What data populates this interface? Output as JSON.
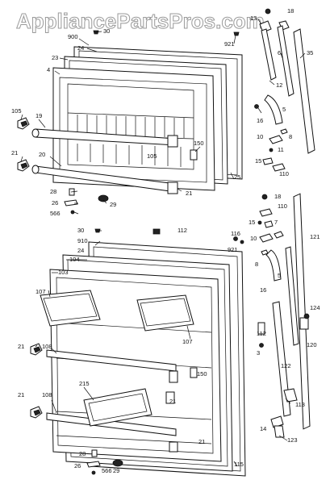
{
  "watermark": "AppliancePartsPros.com",
  "labels": [
    {
      "id": "l18a",
      "text": "18"
    },
    {
      "id": "l30a",
      "text": "30"
    },
    {
      "id": "l900",
      "text": "900"
    },
    {
      "id": "l24a",
      "text": "24"
    },
    {
      "id": "l921a",
      "text": "921"
    },
    {
      "id": "l13",
      "text": "13"
    },
    {
      "id": "l23",
      "text": "23"
    },
    {
      "id": "l6",
      "text": "6"
    },
    {
      "id": "l35",
      "text": "35"
    },
    {
      "id": "l4",
      "text": "4"
    },
    {
      "id": "l12",
      "text": "12"
    },
    {
      "id": "l105a",
      "text": "105"
    },
    {
      "id": "l19",
      "text": "19"
    },
    {
      "id": "l5a",
      "text": "5"
    },
    {
      "id": "l16a",
      "text": "16"
    },
    {
      "id": "l10a",
      "text": "10"
    },
    {
      "id": "l8a",
      "text": "8"
    },
    {
      "id": "l150a",
      "text": "150"
    },
    {
      "id": "l11",
      "text": "11"
    },
    {
      "id": "l21a",
      "text": "21"
    },
    {
      "id": "l105b",
      "text": "105"
    },
    {
      "id": "l15a",
      "text": "15"
    },
    {
      "id": "l20",
      "text": "20"
    },
    {
      "id": "l25",
      "text": "25"
    },
    {
      "id": "l110a",
      "text": "110"
    },
    {
      "id": "l28a",
      "text": "28"
    },
    {
      "id": "l21b",
      "text": "21"
    },
    {
      "id": "l26a",
      "text": "26"
    },
    {
      "id": "l29a",
      "text": "29"
    },
    {
      "id": "l566a",
      "text": "566"
    },
    {
      "id": "l18b",
      "text": "18"
    },
    {
      "id": "l110b",
      "text": "110"
    },
    {
      "id": "l15b",
      "text": "15"
    },
    {
      "id": "l7",
      "text": "7"
    },
    {
      "id": "l30b",
      "text": "30"
    },
    {
      "id": "l112a",
      "text": "112"
    },
    {
      "id": "l116",
      "text": "116"
    },
    {
      "id": "l10b",
      "text": "10"
    },
    {
      "id": "l121",
      "text": "121"
    },
    {
      "id": "l910",
      "text": "910"
    },
    {
      "id": "l921b",
      "text": "921"
    },
    {
      "id": "l24b",
      "text": "24"
    },
    {
      "id": "l8b",
      "text": "8"
    },
    {
      "id": "l104",
      "text": "104"
    },
    {
      "id": "l103",
      "text": "103"
    },
    {
      "id": "l5b",
      "text": "5"
    },
    {
      "id": "l107a",
      "text": "107"
    },
    {
      "id": "l16b",
      "text": "16"
    },
    {
      "id": "l124",
      "text": "124"
    },
    {
      "id": "l112b",
      "text": "112"
    },
    {
      "id": "l107b",
      "text": "107"
    },
    {
      "id": "l120",
      "text": "120"
    },
    {
      "id": "l3",
      "text": "3"
    },
    {
      "id": "l21c",
      "text": "21"
    },
    {
      "id": "l108a",
      "text": "108"
    },
    {
      "id": "l150b",
      "text": "150"
    },
    {
      "id": "l122",
      "text": "122"
    },
    {
      "id": "l215",
      "text": "215"
    },
    {
      "id": "l21d",
      "text": "21"
    },
    {
      "id": "l21e",
      "text": "21"
    },
    {
      "id": "l108b",
      "text": "108"
    },
    {
      "id": "l14",
      "text": "14"
    },
    {
      "id": "l113",
      "text": "113"
    },
    {
      "id": "l123",
      "text": "123"
    },
    {
      "id": "l21f",
      "text": "21"
    },
    {
      "id": "l28b",
      "text": "28"
    },
    {
      "id": "l115",
      "text": "115"
    },
    {
      "id": "l26b",
      "text": "26"
    },
    {
      "id": "l566b",
      "text": "566"
    },
    {
      "id": "l29b",
      "text": "29"
    }
  ]
}
